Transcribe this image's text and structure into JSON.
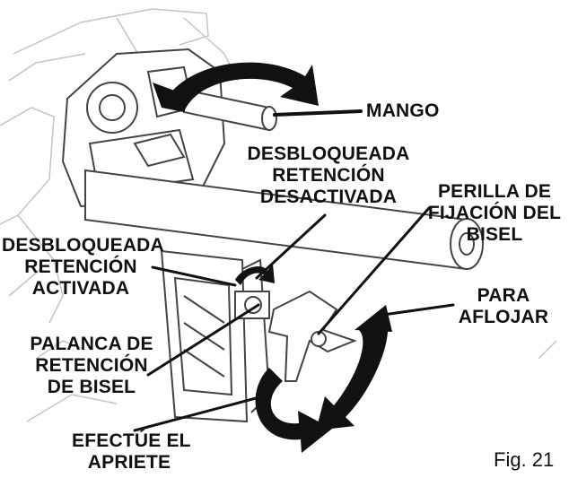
{
  "labels": {
    "mango": [
      "MANGO"
    ],
    "unlocked_off": [
      "DESBLOQUEADA",
      "RETENCIÓN",
      "DESACTIVADA"
    ],
    "bevel_knob": [
      "PERILLA DE",
      "FIJACIÓN DEL",
      "BISEL"
    ],
    "unlocked_on": [
      "DESBLOQUEADA",
      "RETENCIÓN",
      "ACTIVADA"
    ],
    "loosen": [
      "PARA",
      "AFLOJAR"
    ],
    "bevel_lever": [
      "PALANCA DE",
      "RETENCIÓN",
      "DE BISEL"
    ],
    "tighten": [
      "EFECTÚE EL",
      "APRIETE"
    ]
  },
  "figure_caption": "Fig. 21",
  "colors": {
    "ink": "#111111",
    "outline": "#444444",
    "light_outline": "#bbbbbb",
    "fill": "#ffffff"
  }
}
